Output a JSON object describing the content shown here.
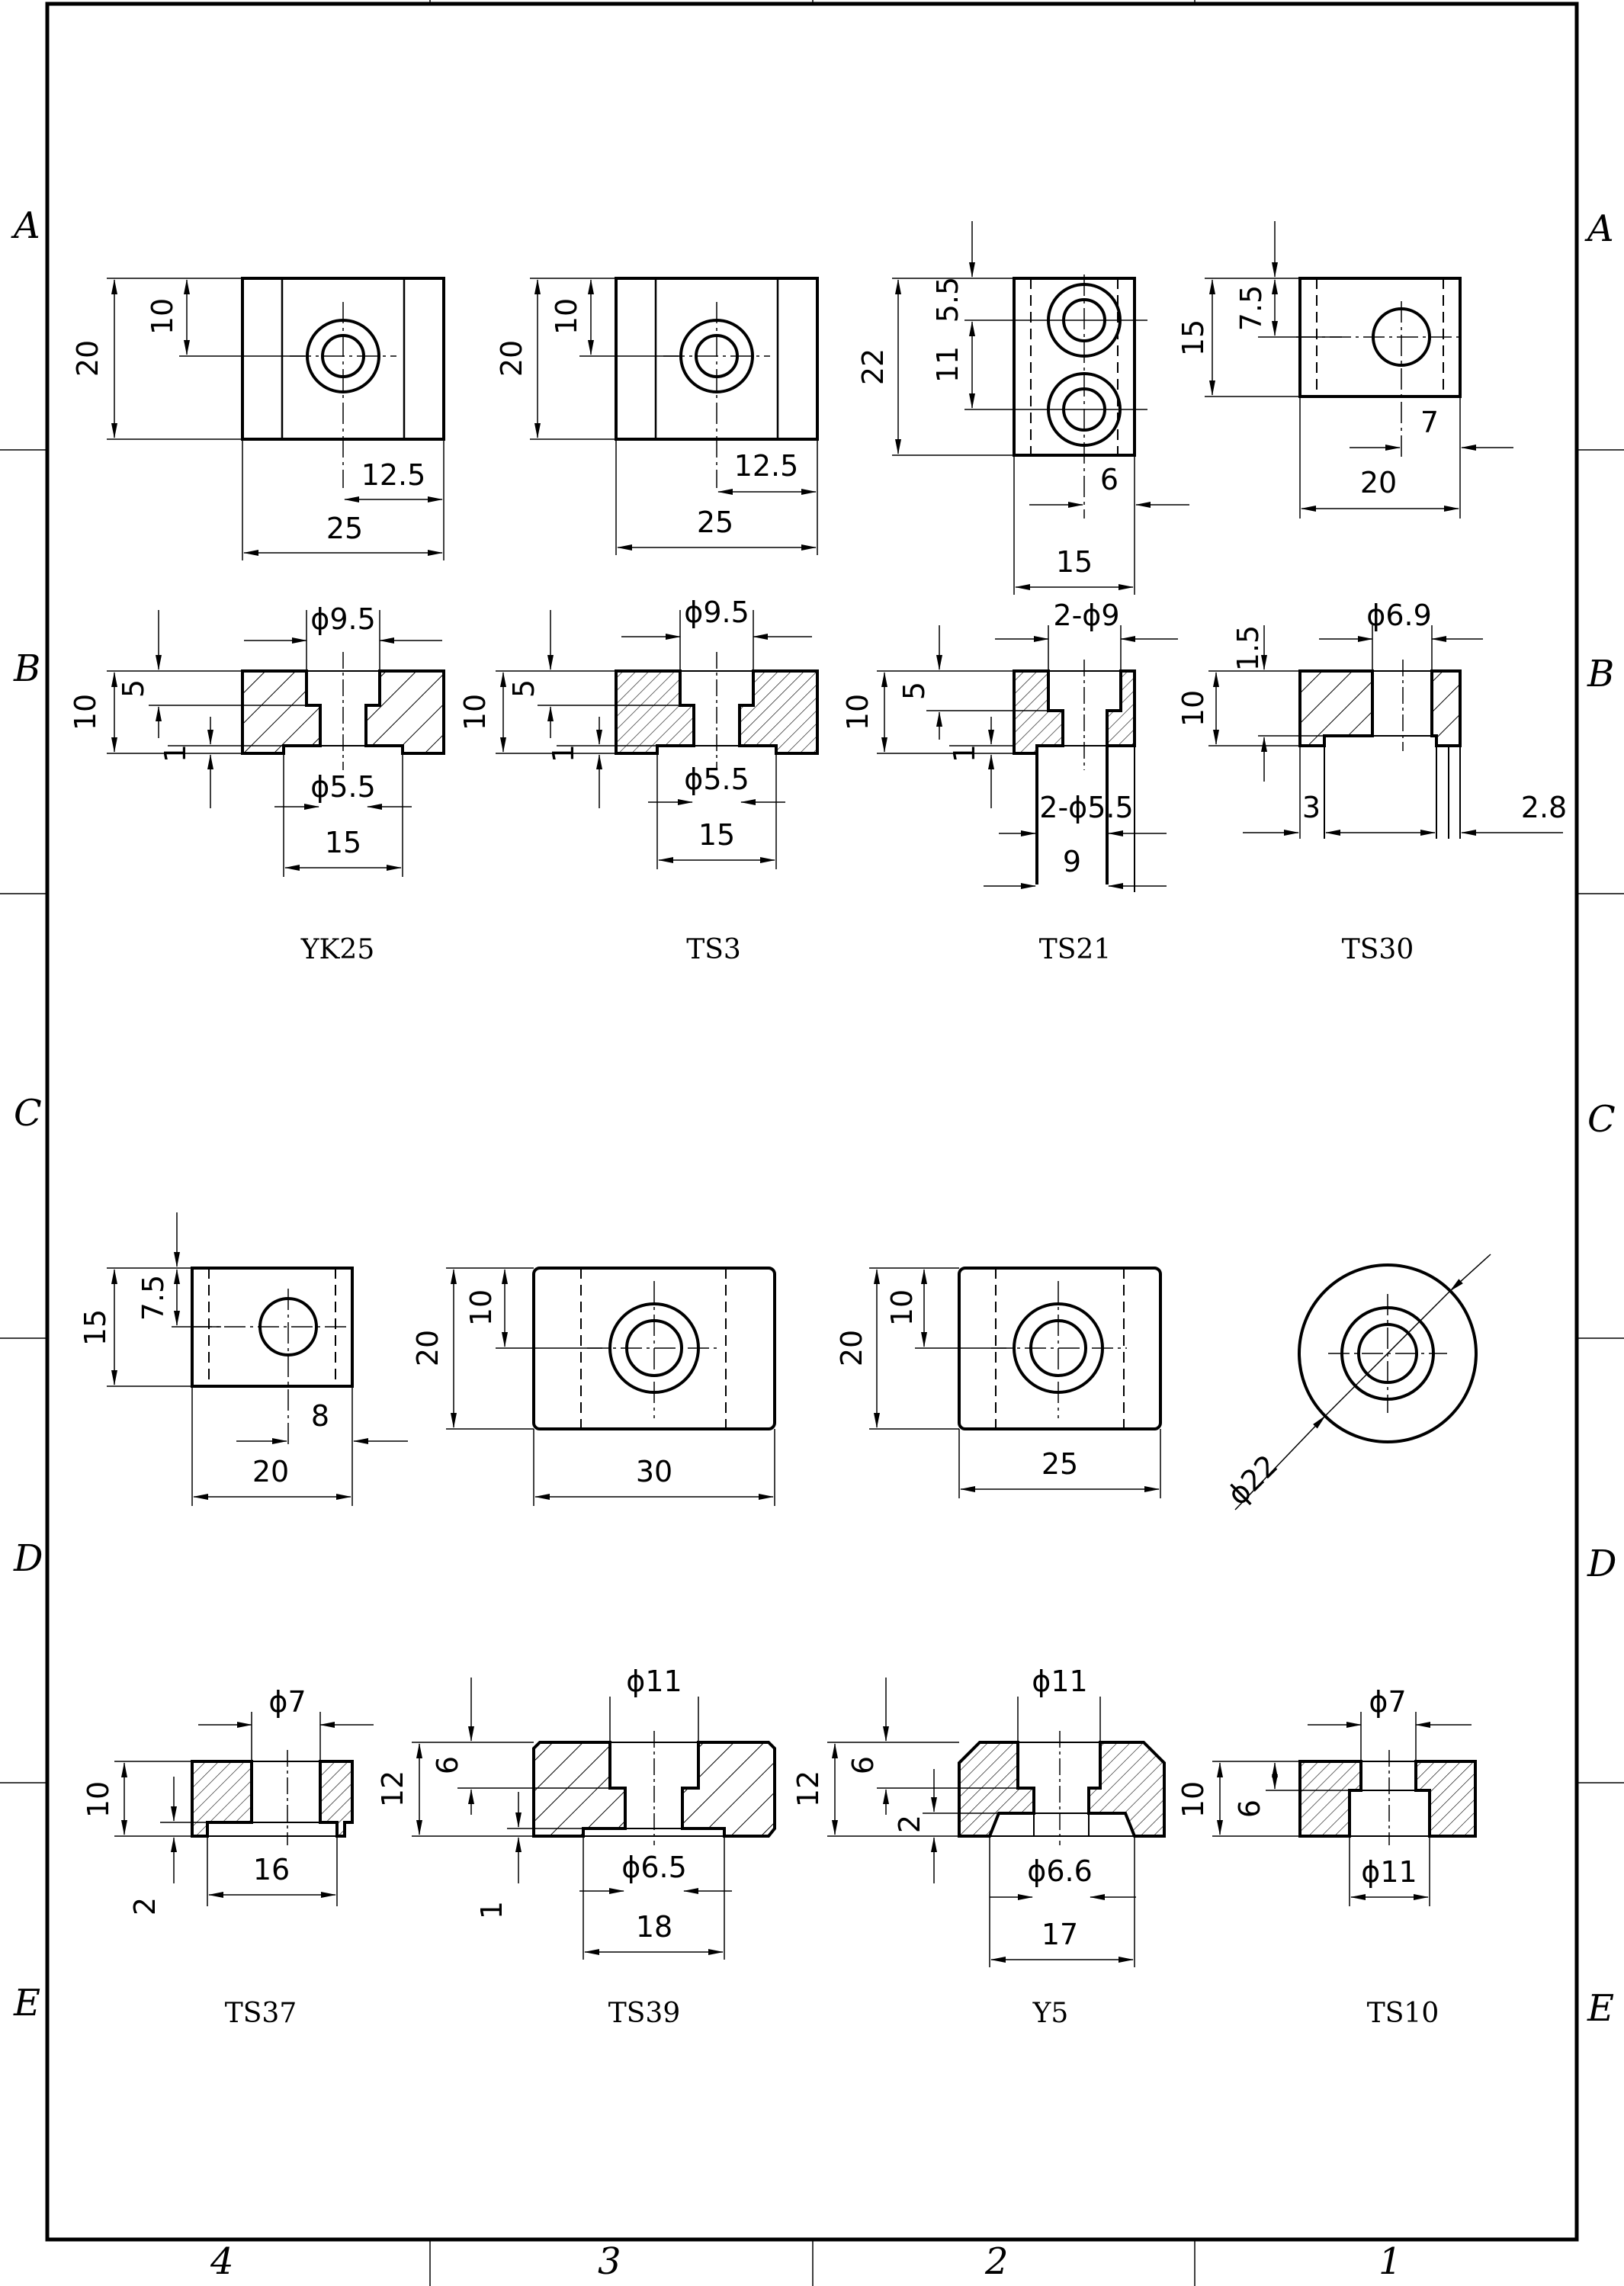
{
  "sheet": {
    "row_zones": [
      "A",
      "B",
      "C",
      "D",
      "E"
    ],
    "col_zones": [
      "4",
      "3",
      "2",
      "1"
    ]
  },
  "parts": {
    "yk25": {
      "name": "YK25",
      "plan": {
        "h": "20",
        "hc": "10",
        "w": "25",
        "half": "12.5"
      },
      "section": {
        "d1": "ϕ9.5",
        "d2": "ϕ5.5",
        "h": "10",
        "t": "5",
        "r": "1",
        "w": "15"
      }
    },
    "ts3": {
      "name": "TS3",
      "plan": {
        "h": "20",
        "hc": "10",
        "w": "25",
        "half": "12.5"
      },
      "section": {
        "d1": "ϕ9.5",
        "d2": "ϕ5.5",
        "h": "10",
        "t": "5",
        "r": "1",
        "w": "15"
      }
    },
    "ts21": {
      "name": "TS21",
      "plan": {
        "h": "22",
        "top": "5.5",
        "pitch": "11",
        "e": "6",
        "w": "15"
      },
      "section": {
        "d1": "2-ϕ9",
        "d2": "2-ϕ5.5",
        "h": "10",
        "t": "5",
        "r": "1",
        "w": "9"
      }
    },
    "ts30": {
      "name": "TS30",
      "plan": {
        "h": "15",
        "hc": "7.5",
        "e": "7",
        "w": "20"
      },
      "section": {
        "d1": "ϕ6.9",
        "h": "10",
        "t": "1.5",
        "l": "3",
        "r": "2.8"
      }
    },
    "ts37": {
      "name": "TS37",
      "plan": {
        "h": "15",
        "hc": "7.5",
        "e": "8",
        "w": "20"
      },
      "section": {
        "d1": "ϕ7",
        "h": "10",
        "r": "2",
        "w": "16"
      }
    },
    "ts39": {
      "name": "TS39",
      "plan": {
        "h": "20",
        "hc": "10",
        "w": "30"
      },
      "section": {
        "d1": "ϕ11",
        "d2": "ϕ6.5",
        "h": "12",
        "t": "6",
        "r": "1",
        "w": "18"
      }
    },
    "y5": {
      "name": "Y5",
      "plan": {
        "h": "20",
        "hc": "10",
        "w": "25"
      },
      "section": {
        "d1": "ϕ11",
        "d2": "ϕ6.6",
        "h": "12",
        "t": "6",
        "r": "2",
        "w": "17"
      }
    },
    "ts10": {
      "name": "TS10",
      "plan": {
        "d": "ϕ22"
      },
      "section": {
        "d1": "ϕ7",
        "d2": "ϕ11",
        "h": "10",
        "t": "6"
      }
    }
  }
}
